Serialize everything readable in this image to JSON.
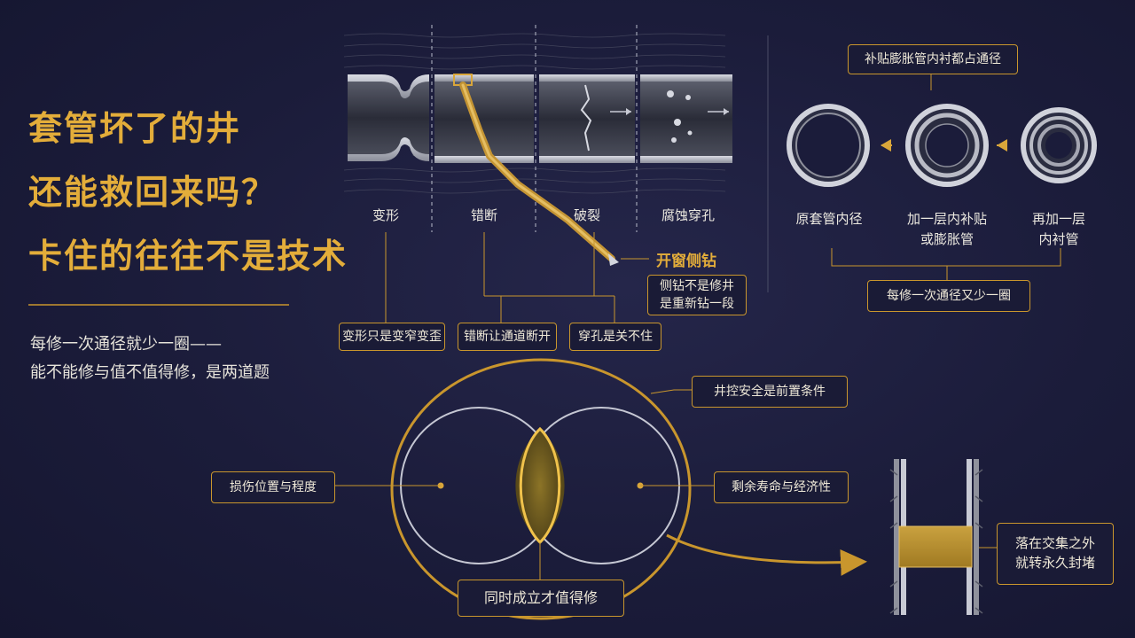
{
  "title": {
    "line1": "套管坏了的井",
    "line2": "还能救回来吗？",
    "line3": "卡住的往往不是技术"
  },
  "subtitle": {
    "line1": "每修一次通径就少一圈——",
    "line2": "能不能修与值不值得修，是两道题"
  },
  "damage_types": [
    {
      "label": "变形"
    },
    {
      "label": "错断"
    },
    {
      "label": "破裂"
    },
    {
      "label": "腐蚀穿孔"
    }
  ],
  "damage_notes": {
    "deform": "变形只是变窄变歪",
    "break": "错断让通道断开",
    "pierce": "穿孔是关不住"
  },
  "sidetrack": {
    "label": "开窗侧钻",
    "note_line1": "侧钻不是修井",
    "note_line2": "是重新钻一段"
  },
  "lining": {
    "header": "补贴膨胀管内衬都占通径",
    "stages": [
      {
        "line1": "原套管内径",
        "line2": ""
      },
      {
        "line1": "加一层内补贴",
        "line2": "或膨胀管"
      },
      {
        "line1": "再加一层",
        "line2": "内衬管"
      }
    ],
    "footer": "每修一次通径又少一圈"
  },
  "venn": {
    "outer_label": "井控安全是前置条件",
    "left_label": "损伤位置与程度",
    "right_label": "剩余寿命与经济性",
    "bottom_label": "同时成立才值得修",
    "outside_label_line1": "落在交集之外",
    "outside_label_line2": "就转永久封堵"
  },
  "colors": {
    "gold": "#e3ad3a",
    "background": "#1b1c3a",
    "line_white": "#c9cbd6"
  }
}
